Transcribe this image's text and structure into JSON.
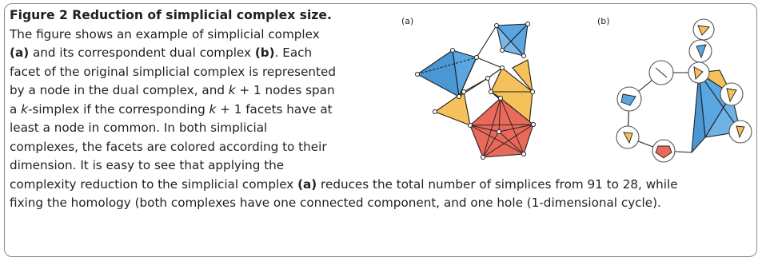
{
  "figure": {
    "title": "Figure 2  Reduction of simplicial complex size.",
    "caption": {
      "l1": "The figure shows an example of simplicial complex",
      "l2a": "(a)",
      "l2b": " and its correspondent dual complex ",
      "l2c": "(b)",
      "l2d": ". Each",
      "l3": "facet of the original simplicial complex is represented",
      "l4a": "by a node in the dual complex, and ",
      "l4k": "k",
      "l4b": " + 1 nodes span",
      "l5a": "a ",
      "l5k": "k",
      "l5b": "-simplex if the corresponding ",
      "l5k2": "k",
      "l5c": " + 1 facets have at",
      "l6": "least a node in common. In both simplicial",
      "l7": "complexes, the facets are colored according to their",
      "l8": "dimension. It is easy to see that applying the",
      "l9a": "complexity reduction to the simplicial complex ",
      "l9b": "(a)",
      "l9c": " reduces the total number of simplices from 91 to 28, while",
      "l10": "fixing the homology (both complexes have one connected component, and one hole (1-dimensional cycle)."
    },
    "panels": {
      "a_label": "(a)",
      "b_label": "(b)"
    },
    "colors": {
      "blue": "#5aa6e0",
      "yellow": "#f5c15a",
      "red": "#e9695a",
      "border": "#8c8c8c"
    }
  }
}
